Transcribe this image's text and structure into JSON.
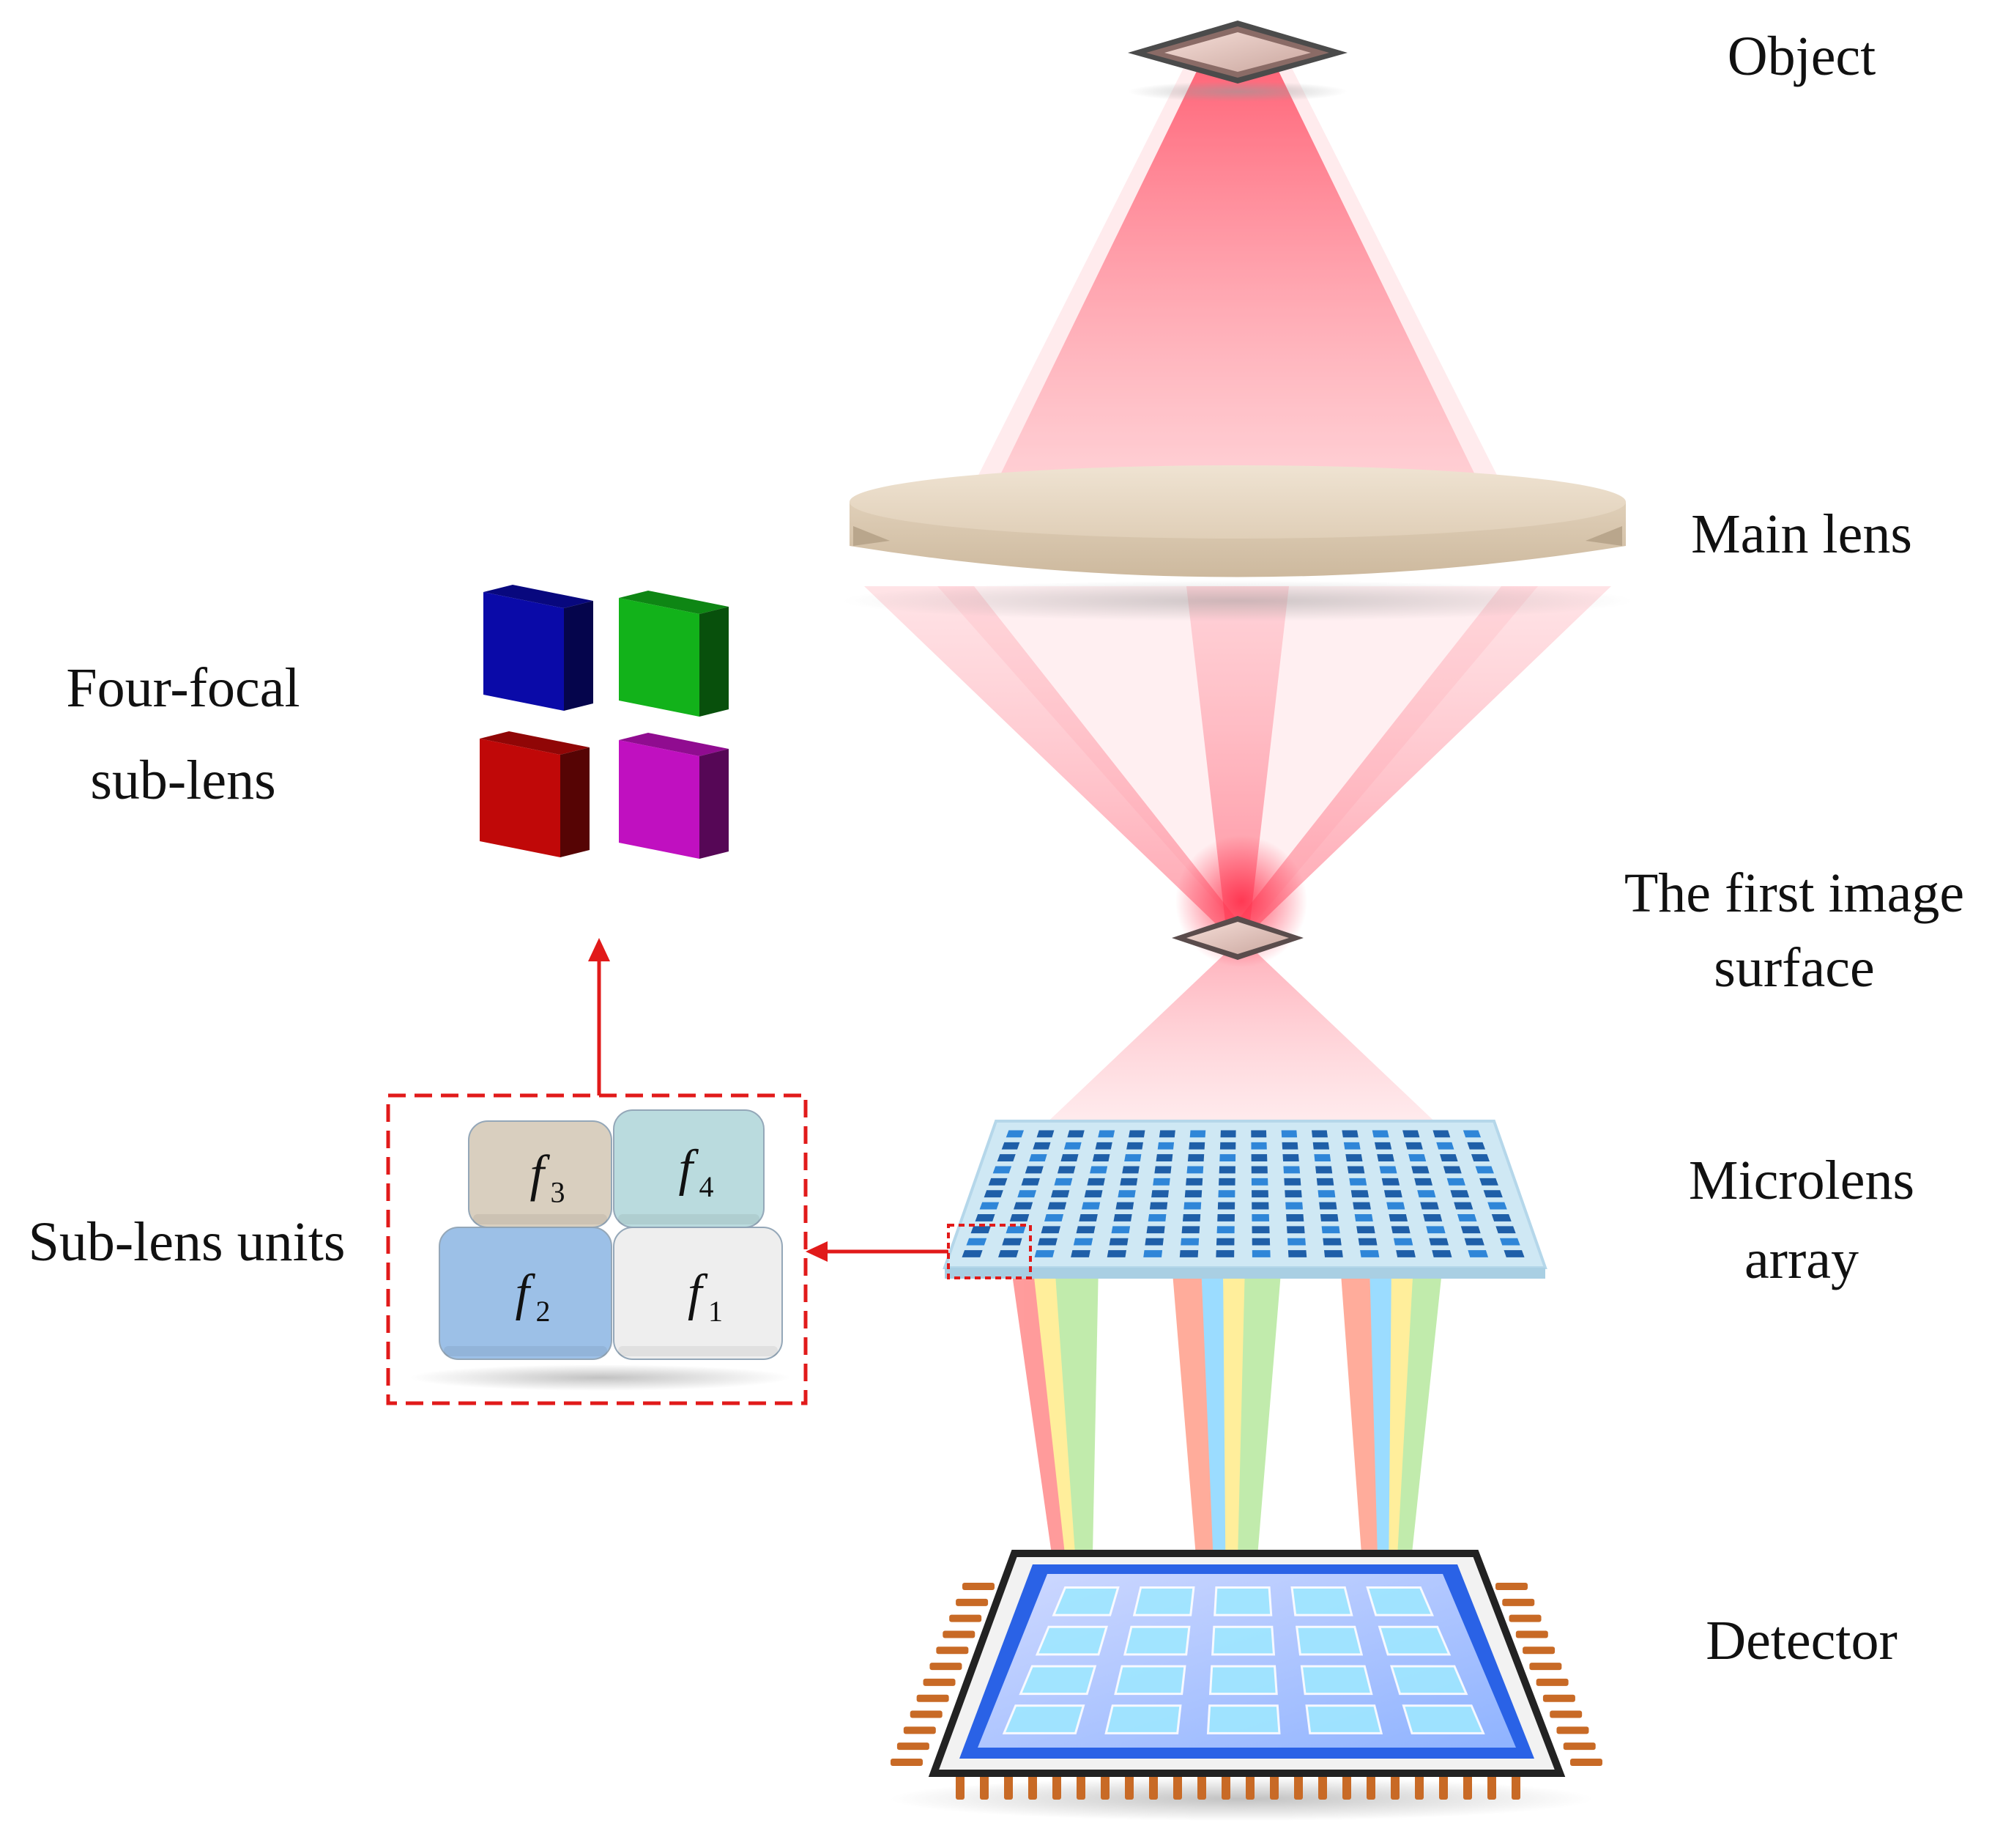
{
  "labels": {
    "object": "Object",
    "main_lens": "Main lens",
    "first_image_line1": "The first image",
    "first_image_line2": "surface",
    "microlens_line1": "Microlens",
    "microlens_line2": "array",
    "detector": "Detector",
    "four_focal_line1": "Four-focal",
    "four_focal_line2": "sub-lens",
    "sub_lens_units": "Sub-lens units"
  },
  "sub_lens": [
    {
      "letter": "f",
      "index": "3",
      "color": "#d8cdbc"
    },
    {
      "letter": "f",
      "index": "4",
      "color": "#b7dadd"
    },
    {
      "letter": "f",
      "index": "2",
      "color": "#97bde6"
    },
    {
      "letter": "f",
      "index": "1",
      "color": "#eeeeee"
    }
  ],
  "four_focal_cubes": [
    {
      "name": "blue",
      "color": "#0a0aa8"
    },
    {
      "name": "green",
      "color": "#12b21a"
    },
    {
      "name": "red",
      "color": "#c00808"
    },
    {
      "name": "magenta",
      "color": "#c010c0"
    }
  ],
  "colors": {
    "beam_red": "#ff5a6e",
    "callout_red": "#e11a1a",
    "lens_beige": "#e6d7c2",
    "microlens_base": "#cfe8f4",
    "microlens_cell": "#1f5fa8",
    "detector_frame": "#2a62e6",
    "detector_cell": "#9fe7ff",
    "pins": "#c86a26"
  }
}
